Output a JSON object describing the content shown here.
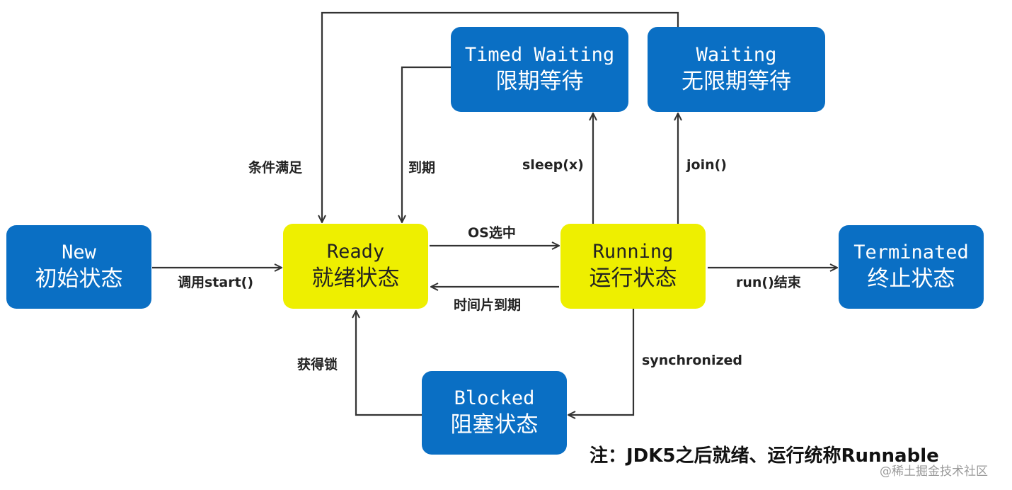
{
  "states": {
    "new": {
      "en": "New",
      "zh": "初始状态"
    },
    "ready": {
      "en": "Ready",
      "zh": "就绪状态"
    },
    "running": {
      "en": "Running",
      "zh": "运行状态"
    },
    "terminated": {
      "en": "Terminated",
      "zh": "终止状态"
    },
    "timed_waiting": {
      "en": "Timed Waiting",
      "zh": "限期等待"
    },
    "waiting": {
      "en": "Waiting",
      "zh": "无限期等待"
    },
    "blocked": {
      "en": "Blocked",
      "zh": "阻塞状态"
    }
  },
  "transitions": {
    "new_to_ready": "调用start()",
    "ready_to_running": "OS选中",
    "running_to_ready": "时间片到期",
    "running_to_terminated": "run()结束",
    "running_to_timed_waiting": "sleep(x)",
    "running_to_waiting": "join()",
    "timed_waiting_to_ready": "到期",
    "waiting_to_ready": "条件满足",
    "running_to_blocked": "synchronized",
    "blocked_to_ready": "获得锁"
  },
  "note": "注：JDK5之后就绪、运行统称Runnable",
  "watermark": "@稀土掘金技术社区",
  "colors": {
    "blue": "#0a6fc4",
    "yellow": "#eeef00",
    "arrow": "#333333"
  }
}
